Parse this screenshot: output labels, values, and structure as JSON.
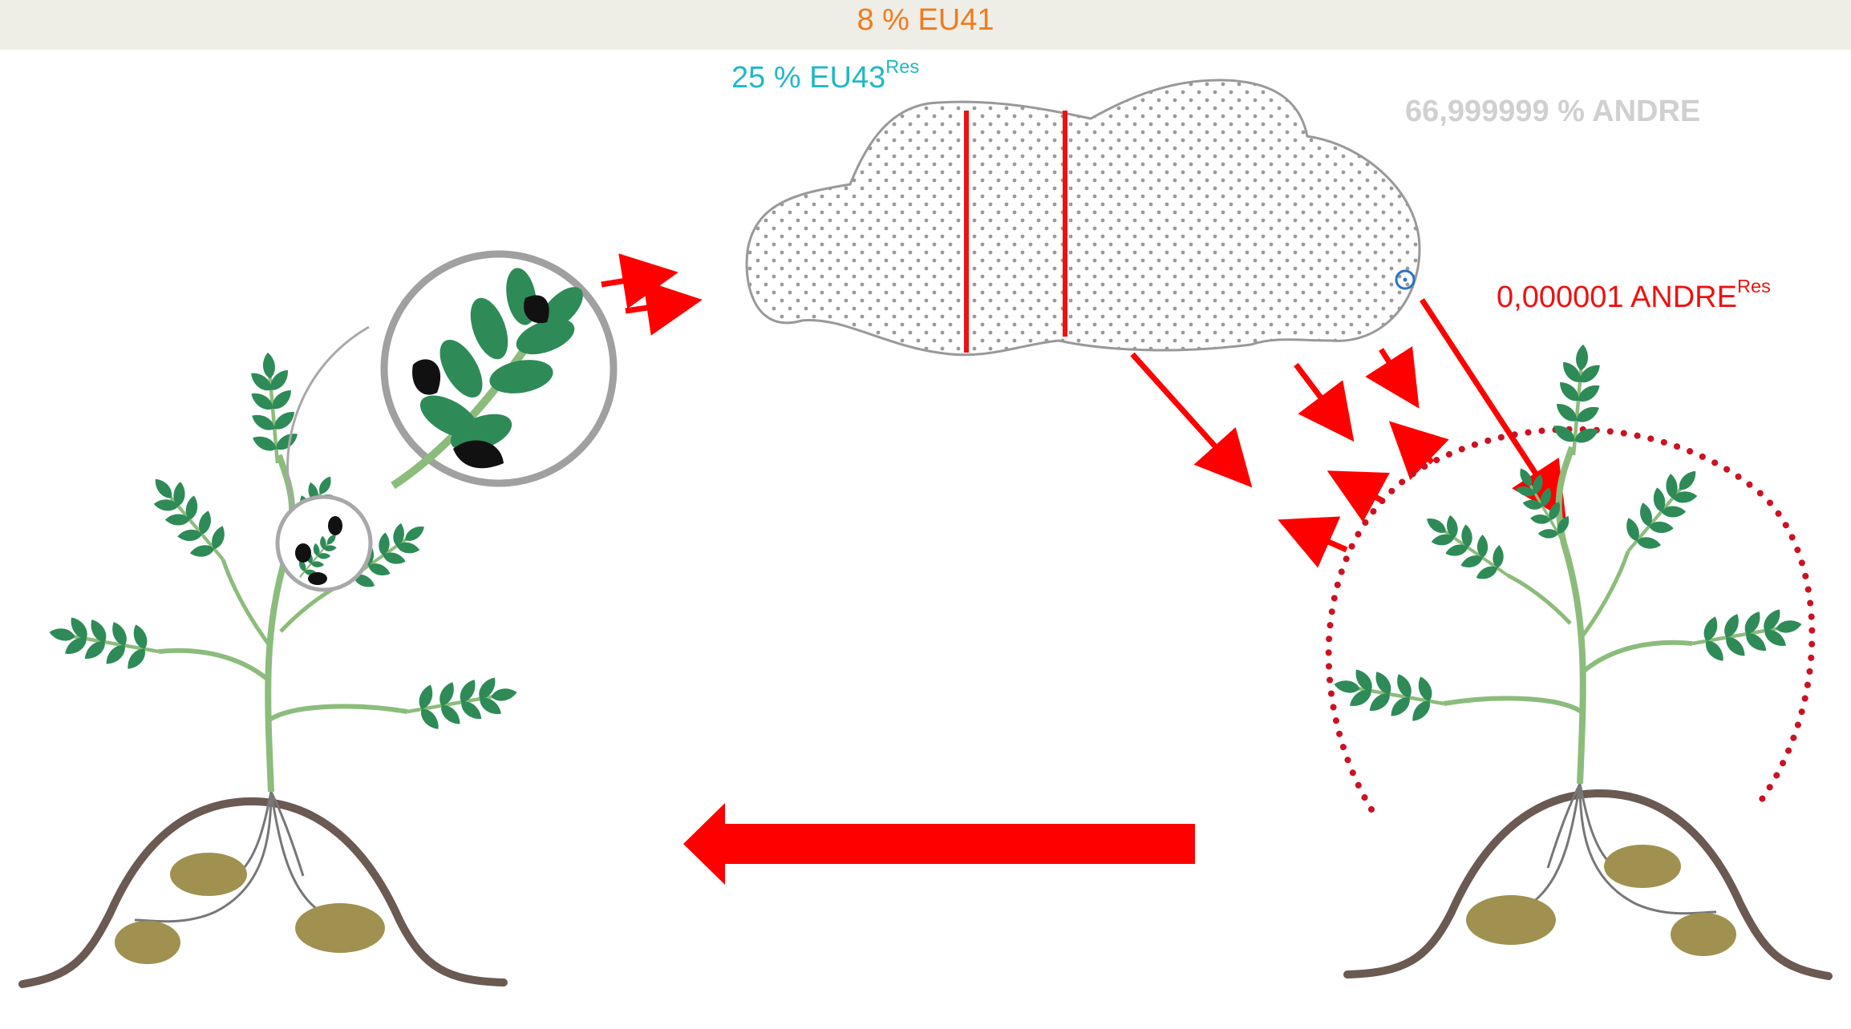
{
  "header": {
    "text": "8 % EU41"
  },
  "labels": {
    "eu43": {
      "text": "25 % EU43",
      "sup": "Res"
    },
    "andre": {
      "text": "66,999999 % ANDRE"
    },
    "andre_res": {
      "text": "0,000001 ANDRE",
      "sup": "Res"
    }
  },
  "colors": {
    "header_bg": "#eeede6",
    "header_text": "#f07c1c",
    "eu43": "#1fb8c6",
    "andre": "#d0d0d0",
    "andre_res": "#ee1111",
    "arrow": "#ff0000",
    "dotted_arc": "#cc1122",
    "leaf": "#2e8b57",
    "stem": "#8cbc7c",
    "soil": "#6b5a52",
    "tuber": "#a09150",
    "cloud_dots": "#9a9a9a"
  }
}
